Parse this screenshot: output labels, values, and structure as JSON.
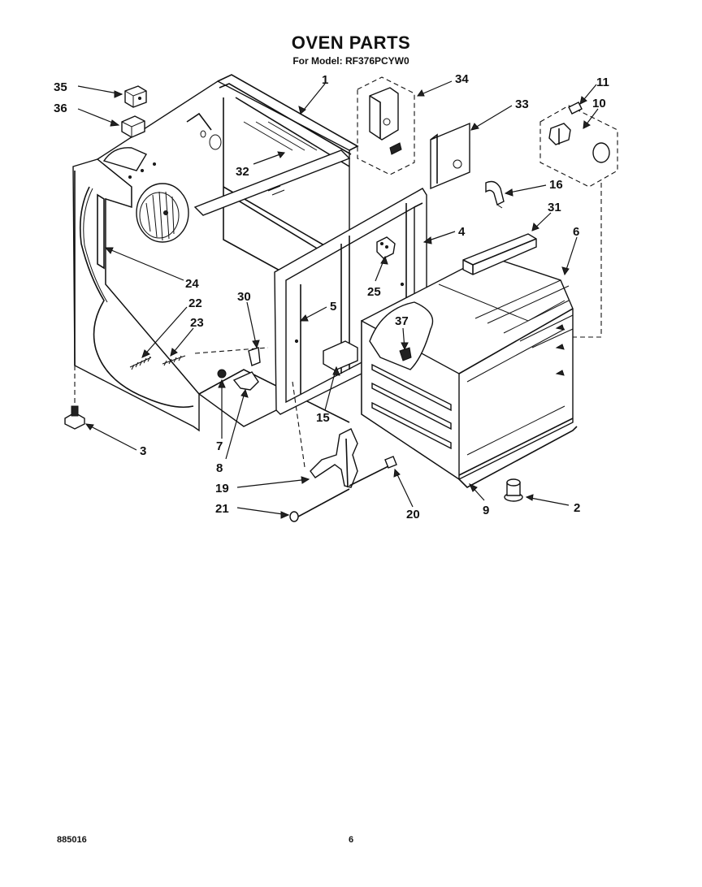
{
  "header": {
    "title": "OVEN PARTS",
    "subtitle": "For Model: RF376PCYW0"
  },
  "footer": {
    "doc_number": "885016",
    "page_number": "6"
  },
  "callouts": [
    {
      "id": "c1",
      "label": "1"
    },
    {
      "id": "c2",
      "label": "2"
    },
    {
      "id": "c3",
      "label": "3"
    },
    {
      "id": "c4",
      "label": "4"
    },
    {
      "id": "c5",
      "label": "5"
    },
    {
      "id": "c6",
      "label": "6"
    },
    {
      "id": "c7",
      "label": "7"
    },
    {
      "id": "c8",
      "label": "8"
    },
    {
      "id": "c9",
      "label": "9"
    },
    {
      "id": "c10",
      "label": "10"
    },
    {
      "id": "c11",
      "label": "11"
    },
    {
      "id": "c15",
      "label": "15"
    },
    {
      "id": "c16",
      "label": "16"
    },
    {
      "id": "c19",
      "label": "19"
    },
    {
      "id": "c20",
      "label": "20"
    },
    {
      "id": "c21",
      "label": "21"
    },
    {
      "id": "c22",
      "label": "22"
    },
    {
      "id": "c23",
      "label": "23"
    },
    {
      "id": "c24",
      "label": "24"
    },
    {
      "id": "c25",
      "label": "25"
    },
    {
      "id": "c30",
      "label": "30"
    },
    {
      "id": "c31",
      "label": "31"
    },
    {
      "id": "c32",
      "label": "32"
    },
    {
      "id": "c33",
      "label": "33"
    },
    {
      "id": "c34",
      "label": "34"
    },
    {
      "id": "c35",
      "label": "35"
    },
    {
      "id": "c36",
      "label": "36"
    },
    {
      "id": "c37",
      "label": "37"
    }
  ]
}
